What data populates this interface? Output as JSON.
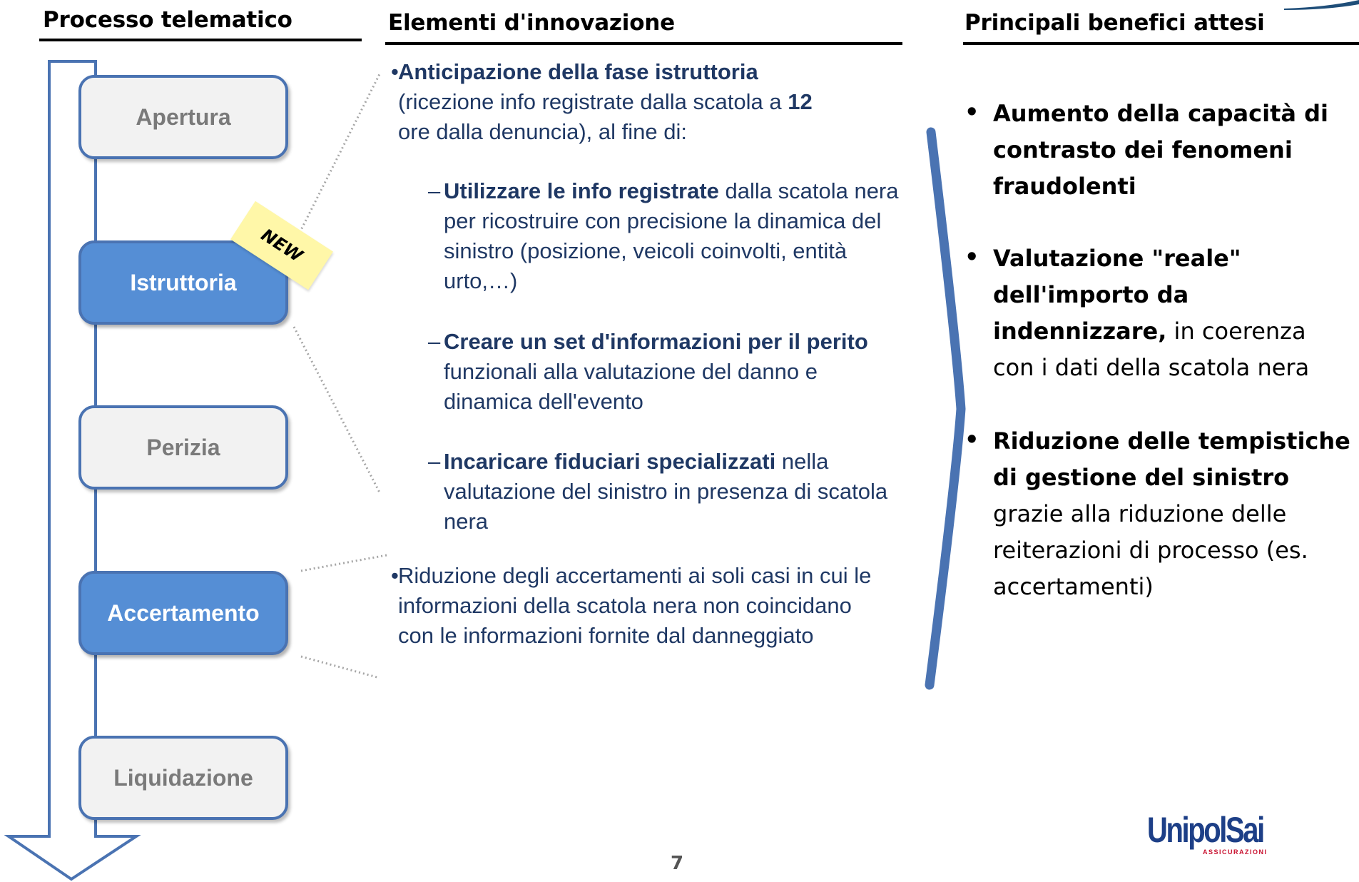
{
  "columns": {
    "process_title": "Processo telematico",
    "innovation_title": "Elementi d'innovazione",
    "benefits_title": "Principali benefici attesi"
  },
  "steps": [
    {
      "label": "Apertura",
      "state": "inactive"
    },
    {
      "label": "Istruttoria",
      "state": "active"
    },
    {
      "label": "Perizia",
      "state": "inactive"
    },
    {
      "label": "Accertamento",
      "state": "active"
    },
    {
      "label": "Liquidazione",
      "state": "inactive"
    }
  ],
  "new_tag": "NEW",
  "innovation": {
    "b1": {
      "bold": "Anticipazione della fase istruttoria",
      "text1": "(ricezione info registrate dalla scatola a ",
      "bold_num": "12",
      "text2": " ore dalla denuncia), al fine di:"
    },
    "s1": {
      "bold": "Utilizzare le info registrate",
      "text": " dalla scatola nera per ricostruire con precisione la dinamica del sinistro (posizione, veicoli coinvolti, entità urto,…)"
    },
    "s2": {
      "bold": "Creare un set d'informazioni per il perito",
      "text": " funzionali alla valutazione del danno e dinamica dell'evento"
    },
    "s3": {
      "bold": "Incaricare fiduciari specializzati",
      "text": " nella valutazione del sinistro in presenza di scatola nera"
    },
    "b2": {
      "text": "Riduzione degli accertamenti ai soli casi in cui le informazioni della scatola nera non coincidano con le informazioni fornite dal danneggiato"
    }
  },
  "benefits": [
    {
      "bold": "Aumento della capacità di contrasto dei fenomeni fraudolenti",
      "text": ""
    },
    {
      "bold": "Valutazione \"reale\" dell'importo da indennizzare,",
      "text": " in coerenza con i dati della scatola nera"
    },
    {
      "bold": "Riduzione delle tempistiche di gestione del sinistro",
      "text": " grazie alla riduzione delle reiterazioni di processo (es. accertamenti)"
    }
  ],
  "logo": {
    "name": "UnipolSai",
    "sub": "ASSICURAZIONI"
  },
  "page_number": "7",
  "colors": {
    "step_active": "#558ed5",
    "step_border": "#4a73b2",
    "text_navy": "#1f3864",
    "logo_blue": "#1d3f87",
    "logo_red": "#c8102e"
  }
}
